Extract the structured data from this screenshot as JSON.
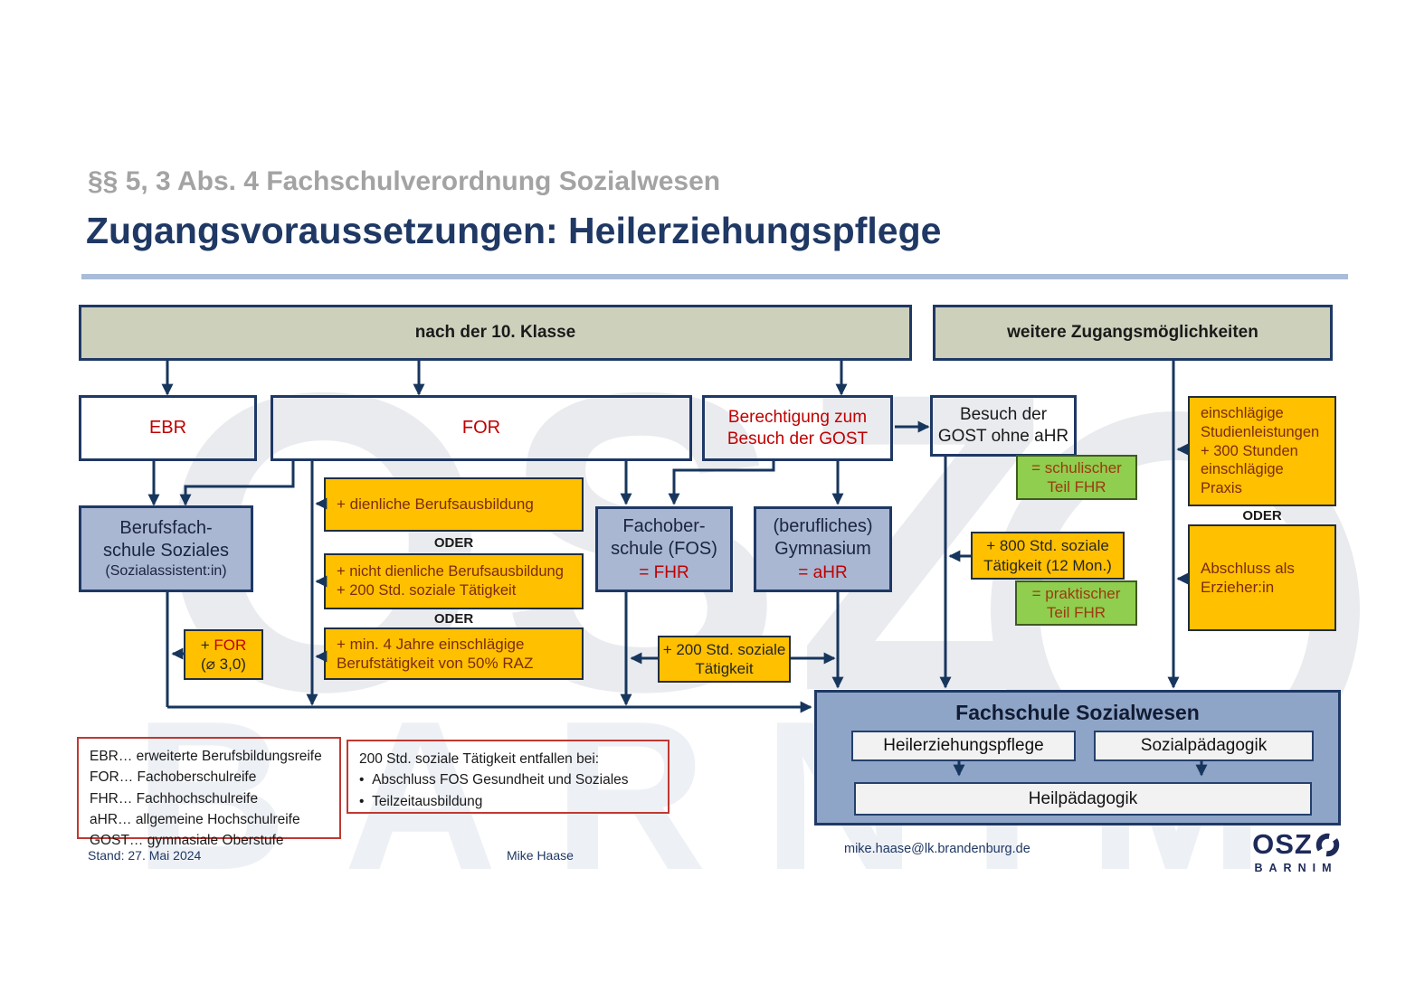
{
  "title": {
    "supertitle": "§§ 5, 3 Abs. 4 Fachschulverordnung Sozialwesen",
    "main": "Zugangsvoraussetzungen: Heilerziehungspflege"
  },
  "headers": {
    "after10": "nach der 10. Klasse",
    "weitere": "weitere Zugangsmöglichkeiten"
  },
  "labels": {
    "oder": "ODER"
  },
  "nodes": {
    "ebr": {
      "label": "EBR"
    },
    "for": {
      "label": "FOR"
    },
    "berechtigung": {
      "line1": "Berechtigung zum",
      "line2": "Besuch der GOST"
    },
    "besuch": {
      "line1": "Besuch der",
      "line2": "GOST ohne aHR"
    },
    "schulischer": {
      "line1": "= schulischer",
      "line2": "Teil FHR"
    },
    "praktischer": {
      "line1": "= praktischer",
      "line2": "Teil FHR"
    },
    "bfs": {
      "line1": "Berufsfach-",
      "line2": "schule Soziales",
      "line3": "(Sozialassistent:in)"
    },
    "fos": {
      "line1": "Fachober-",
      "line2": "schule (FOS)",
      "line3": "= FHR"
    },
    "gym": {
      "line1": "(berufliches)",
      "line2": "Gymnasium",
      "line3": "= aHR"
    },
    "dienliche": {
      "label": "+ dienliche Berufsausbildung"
    },
    "nicht_dienliche": {
      "line1": "+ nicht dienliche Berufsausbildung",
      "line2": "+ 200 Std. soziale Tätigkeit"
    },
    "min4": {
      "line1": "+ min. 4 Jahre einschlägige",
      "line2": "Berufstätigkeit von 50% RAZ"
    },
    "plus_for": {
      "plus": "+ ",
      "for": "FOR",
      "avg": "(⌀ 3,0)"
    },
    "std200": {
      "line1": "+ 200 Std. soziale",
      "line2": "Tätigkeit"
    },
    "std800": {
      "line1": "+ 800 Std. soziale",
      "line2": "Tätigkeit (12 Mon.)"
    },
    "einschlaegige": {
      "text": "einschlägige\nStudienleistungen\n+ 300 Stunden\neinschlägige\nPraxis"
    },
    "erzieher": {
      "text": "Abschluss als\nErzieher:in"
    }
  },
  "fachschule": {
    "title": "Fachschule Sozialwesen",
    "heilerziehungspflege": "Heilerziehungspflege",
    "sozialpaedagogik": "Sozialpädagogik",
    "heilpaedagogik": "Heilpädagogik"
  },
  "legend": {
    "lines": [
      "EBR… erweiterte Berufsbildungsreife",
      "FOR… Fachoberschulreife",
      "FHR… Fachhochschulreife",
      "aHR… allgemeine Hochschulreife",
      "GOST… gymnasiale Oberstufe"
    ]
  },
  "note": {
    "title": "200 Std. soziale Tätigkeit entfallen bei:",
    "bullet": "•",
    "items": [
      "Abschluss FOS Gesundheit und Soziales",
      "Teilzeitausbildung"
    ]
  },
  "footer": {
    "stand": "Stand: 27. Mai 2024",
    "author": "Mike Haase",
    "email": "mike.haase@lk.brandenburg.de"
  },
  "logo": {
    "osz": "OSZ",
    "barnim": "BARNIM"
  },
  "watermark": {
    "osz": "OSZ",
    "barnim": "BARNIM"
  },
  "colors": {
    "navy": "#1f3864",
    "line": "#17365d",
    "red": "#c00000",
    "orange": "#ffc000",
    "green": "#8fce4e",
    "olive": "#cdd1bc",
    "blue_light": "#a9b7d3",
    "blue_big": "#8fa5c7",
    "note_border": "#bf3931"
  }
}
